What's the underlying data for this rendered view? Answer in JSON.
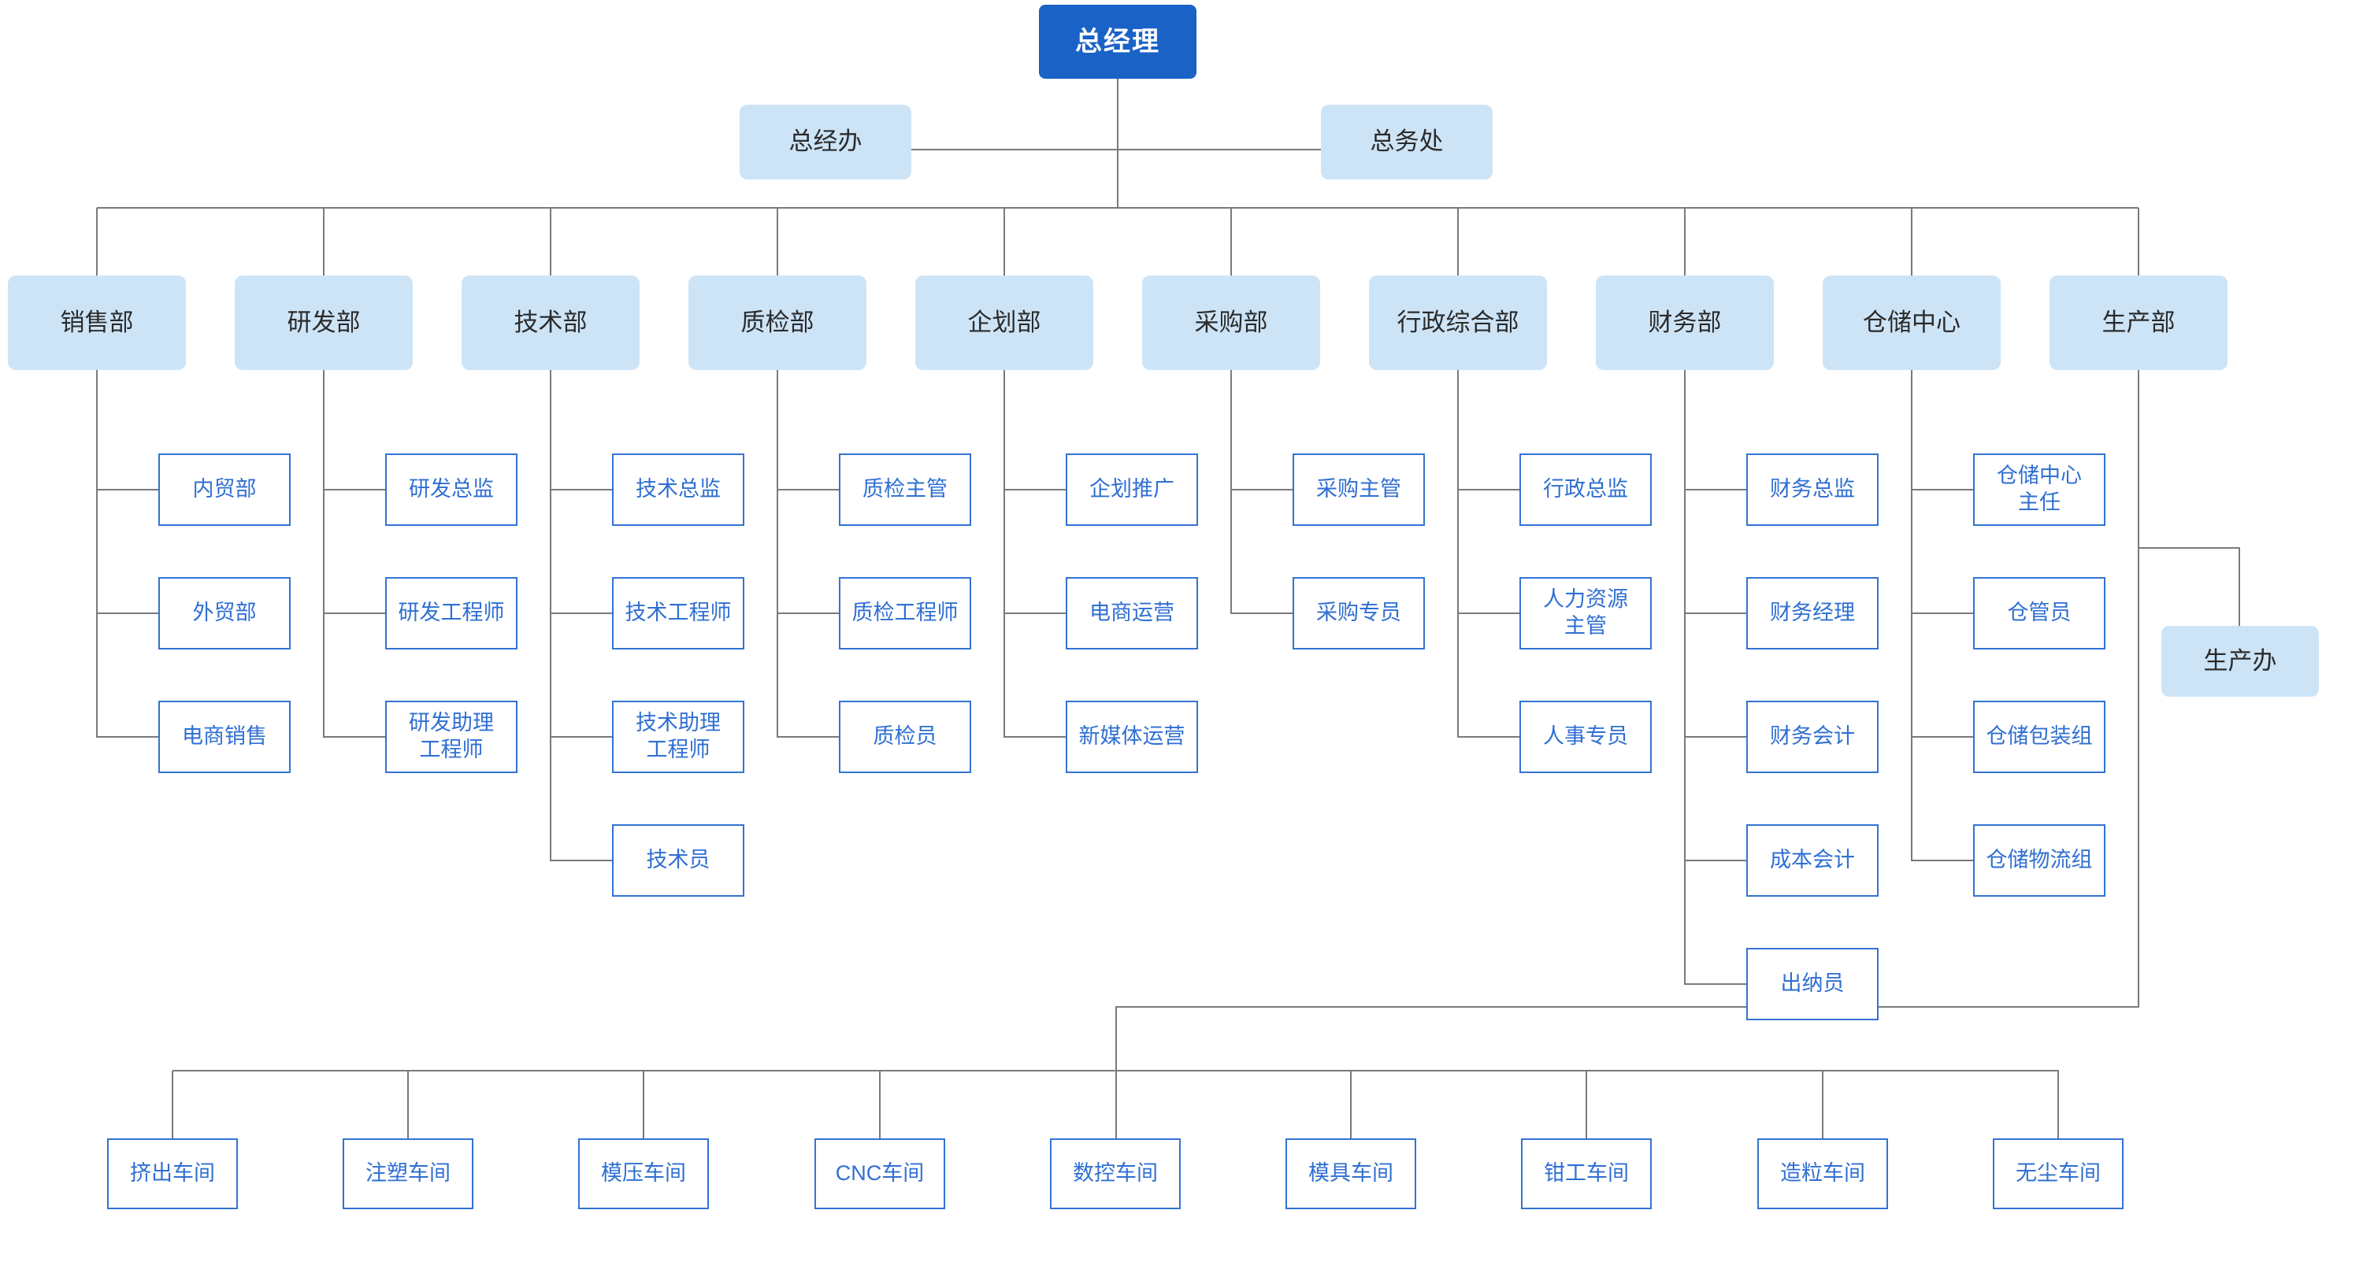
{
  "colors": {
    "root_fill": "#1A62C6",
    "root_text": "#ffffff",
    "dept_fill": "#CDE4F7",
    "dept_text": "#2b2b2b",
    "leaf_border": "#3373D4",
    "leaf_text": "#2F6FD2",
    "line": "#7a7a7a"
  },
  "root": {
    "label": "总经理"
  },
  "staff_offices": [
    {
      "label": "总经办"
    },
    {
      "label": "总务处"
    }
  ],
  "departments": [
    {
      "label": "销售部",
      "children": [
        "内贸部",
        "外贸部",
        "电商销售"
      ]
    },
    {
      "label": "研发部",
      "children": [
        "研发总监",
        "研发工程师",
        "研发助理\n工程师"
      ]
    },
    {
      "label": "技术部",
      "children": [
        "技术总监",
        "技术工程师",
        "技术助理\n工程师",
        "技术员"
      ]
    },
    {
      "label": "质检部",
      "children": [
        "质检主管",
        "质检工程师",
        "质检员"
      ]
    },
    {
      "label": "企划部",
      "children": [
        "企划推广",
        "电商运营",
        "新媒体运营"
      ]
    },
    {
      "label": "采购部",
      "children": [
        "采购主管",
        "采购专员"
      ]
    },
    {
      "label": "行政综合部",
      "children": [
        "行政总监",
        "人力资源\n主管",
        "人事专员"
      ]
    },
    {
      "label": "财务部",
      "children": [
        "财务总监",
        "财务经理",
        "财务会计",
        "成本会计",
        "出纳员"
      ]
    },
    {
      "label": "仓储中心",
      "children": [
        "仓储中心\n主任",
        "仓管员",
        "仓储包装组",
        "仓储物流组"
      ]
    },
    {
      "label": "生产部",
      "children": []
    }
  ],
  "production_office": {
    "label": "生产办"
  },
  "workshops": [
    "挤出车间",
    "注塑车间",
    "模压车间",
    "CNC车间",
    "数控车间",
    "模具车间",
    "钳工车间",
    "造粒车间",
    "无尘车间"
  ]
}
